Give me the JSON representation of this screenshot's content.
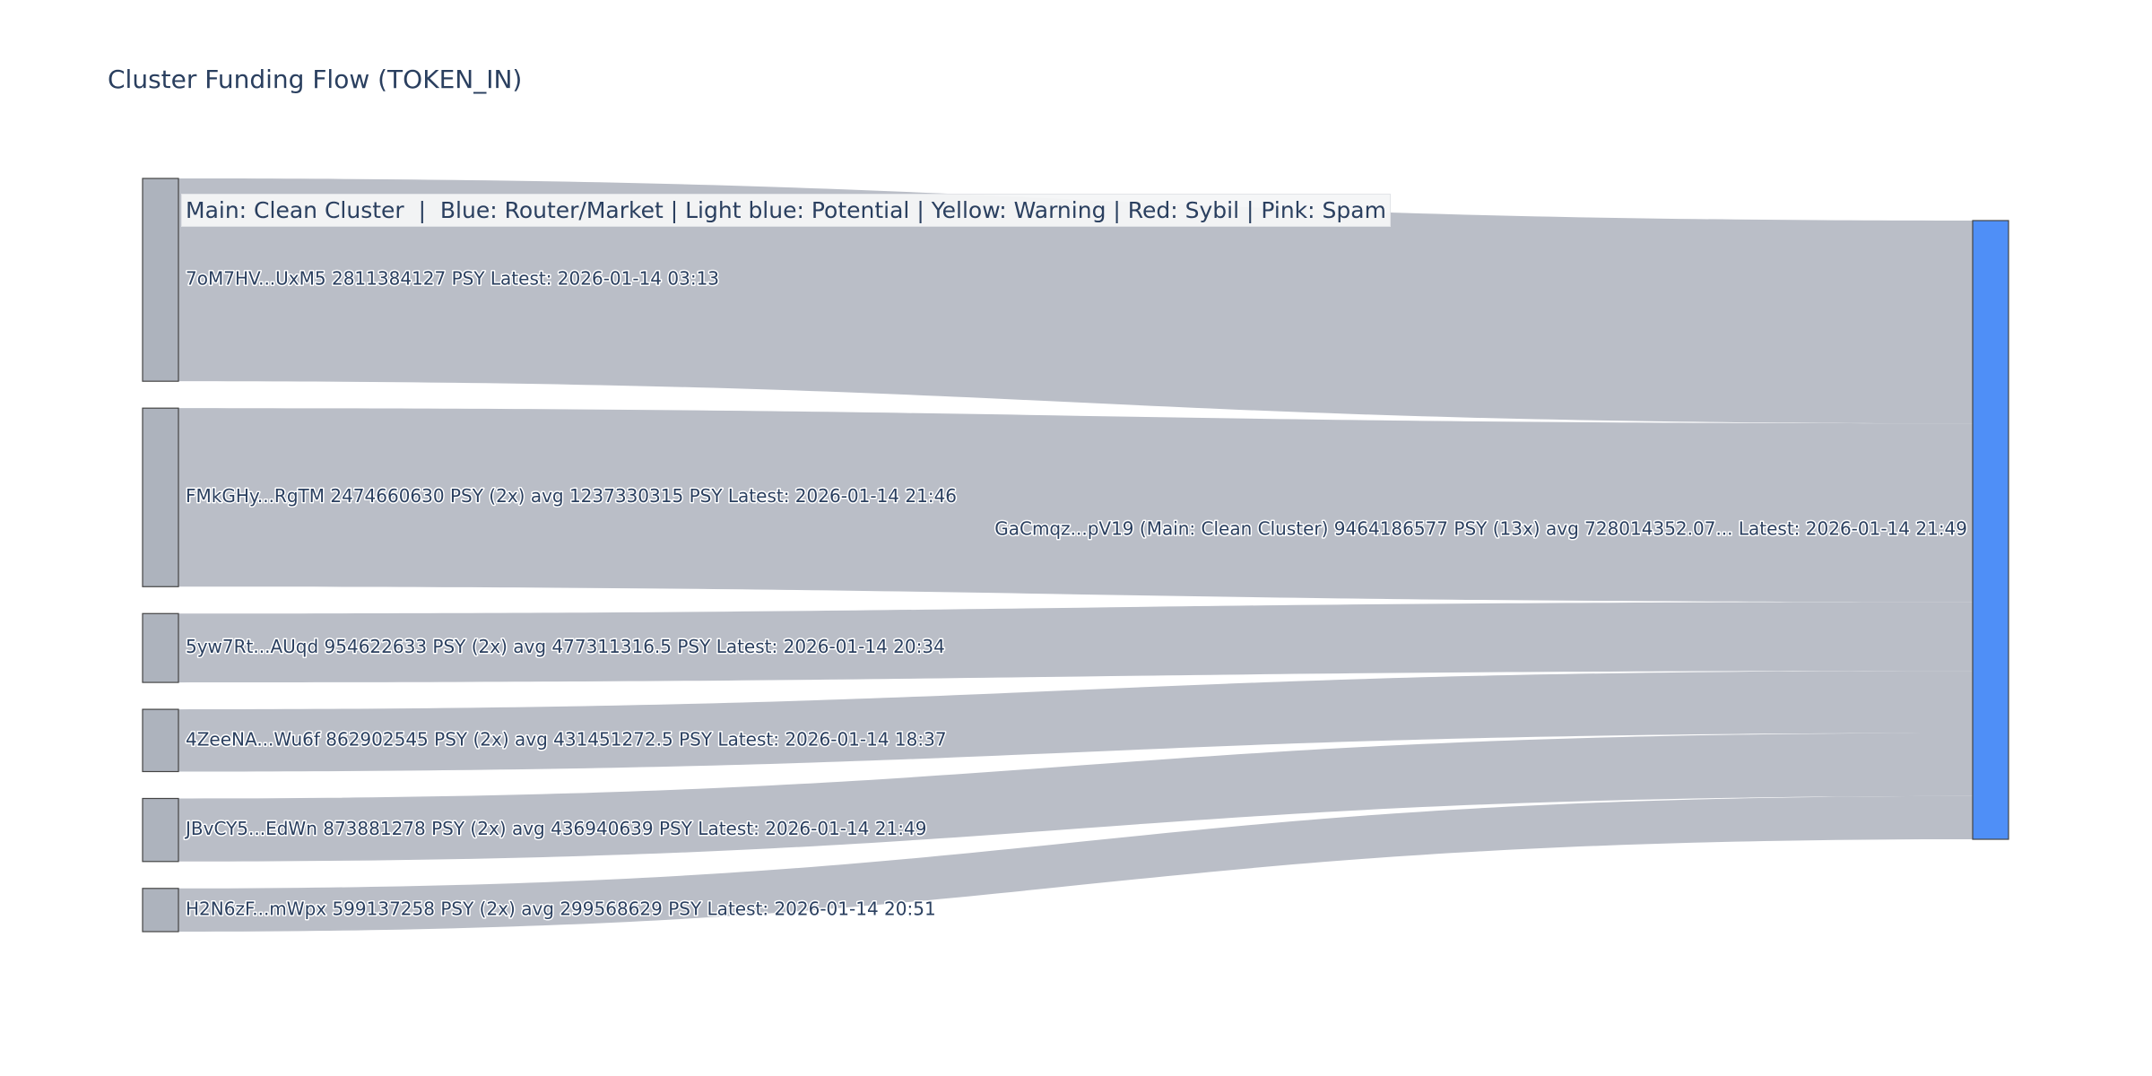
{
  "title": "Cluster Funding Flow (TOKEN_IN)",
  "legend_text": "Main: Clean Cluster  |  Blue: Router/Market | Light blue: Potential | Yellow: Warning | Red: Sybil | Pink: Spam",
  "colors": {
    "link": "#b9bdc6",
    "source_node": "#adb3bd",
    "target_node": "#4f8ff7",
    "node_border": "#444444",
    "text": "#2a3f5f"
  },
  "chart_data": {
    "type": "sankey",
    "title": "Cluster Funding Flow (TOKEN_IN)",
    "target": {
      "id": "GaCmqz...pV19",
      "label": "GaCmqz...pV19 (Main: Clean Cluster) 9464186577 PSY (13x) avg 728014352.07... Latest: 2026-01-14 21:49",
      "total": 9464186577
    },
    "sources": [
      {
        "id": "7oM7HV...UxM5",
        "value": 2811384127,
        "label": "7oM7HV...UxM5 2811384127 PSY Latest: 2026-01-14 03:13"
      },
      {
        "id": "FMkGHy...RgTM",
        "value": 2474660630,
        "label": "FMkGHy...RgTM 2474660630 PSY (2x) avg 1237330315 PSY Latest: 2026-01-14 21:46"
      },
      {
        "id": "5yw7Rt...AUqd",
        "value": 954622633,
        "label": "5yw7Rt...AUqd 954622633 PSY (2x) avg 477311316.5 PSY Latest: 2026-01-14 20:34"
      },
      {
        "id": "4ZeeNA...Wu6f",
        "value": 862902545,
        "label": "4ZeeNA...Wu6f 862902545 PSY (2x) avg 431451272.5 PSY Latest: 2026-01-14 18:37"
      },
      {
        "id": "JBvCY5...EdWn",
        "value": 873881278,
        "label": "JBvCY5...EdWn 873881278 PSY (2x) avg 436940639 PSY Latest: 2026-01-14 21:49"
      },
      {
        "id": "H2N6zF...mWpx",
        "value": 599137258,
        "label": "H2N6zF...mWpx 599137258 PSY (2x) avg 299568629 PSY Latest: 2026-01-14 20:51"
      }
    ]
  }
}
